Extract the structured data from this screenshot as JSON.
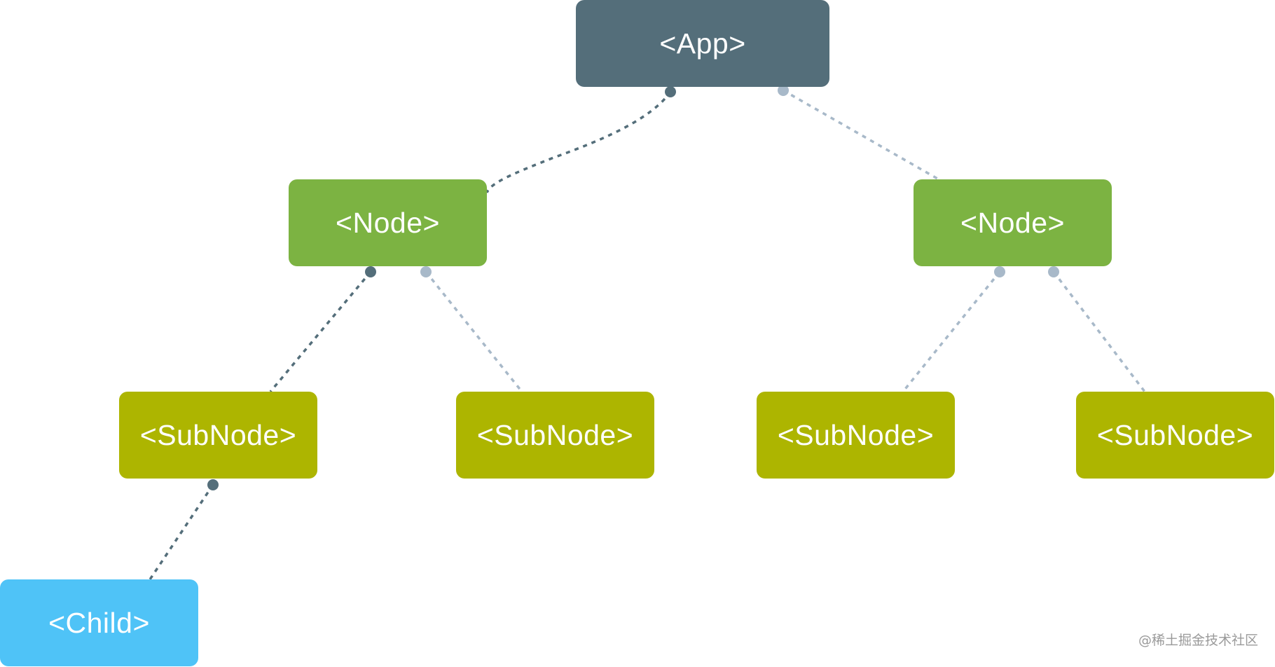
{
  "colors": {
    "app": "#546e7a",
    "node": "#7cb342",
    "subnode": "#adb500",
    "child": "#4fc3f7",
    "edge_active": "#546e7a",
    "edge_inactive": "#a8b9c9"
  },
  "nodes": {
    "app": {
      "label": "<App>",
      "color": "#546e7a"
    },
    "node_left": {
      "label": "<Node>",
      "color": "#7cb342"
    },
    "node_right": {
      "label": "<Node>",
      "color": "#7cb342"
    },
    "subnode_1": {
      "label": "<SubNode>",
      "color": "#adb500"
    },
    "subnode_2": {
      "label": "<SubNode>",
      "color": "#adb500"
    },
    "subnode_3": {
      "label": "<SubNode>",
      "color": "#adb500"
    },
    "subnode_4": {
      "label": "<SubNode>",
      "color": "#adb500"
    },
    "child": {
      "label": "<Child>",
      "color": "#4fc3f7"
    }
  },
  "edges": [
    {
      "from": "app",
      "to": "node_left",
      "state": "active"
    },
    {
      "from": "app",
      "to": "node_right",
      "state": "inactive"
    },
    {
      "from": "node_left",
      "to": "subnode_1",
      "state": "active"
    },
    {
      "from": "node_left",
      "to": "subnode_2",
      "state": "inactive"
    },
    {
      "from": "node_right",
      "to": "subnode_3",
      "state": "inactive"
    },
    {
      "from": "node_right",
      "to": "subnode_4",
      "state": "inactive"
    },
    {
      "from": "subnode_1",
      "to": "child",
      "state": "active"
    }
  ],
  "watermark": "@稀土掘金技术社区"
}
